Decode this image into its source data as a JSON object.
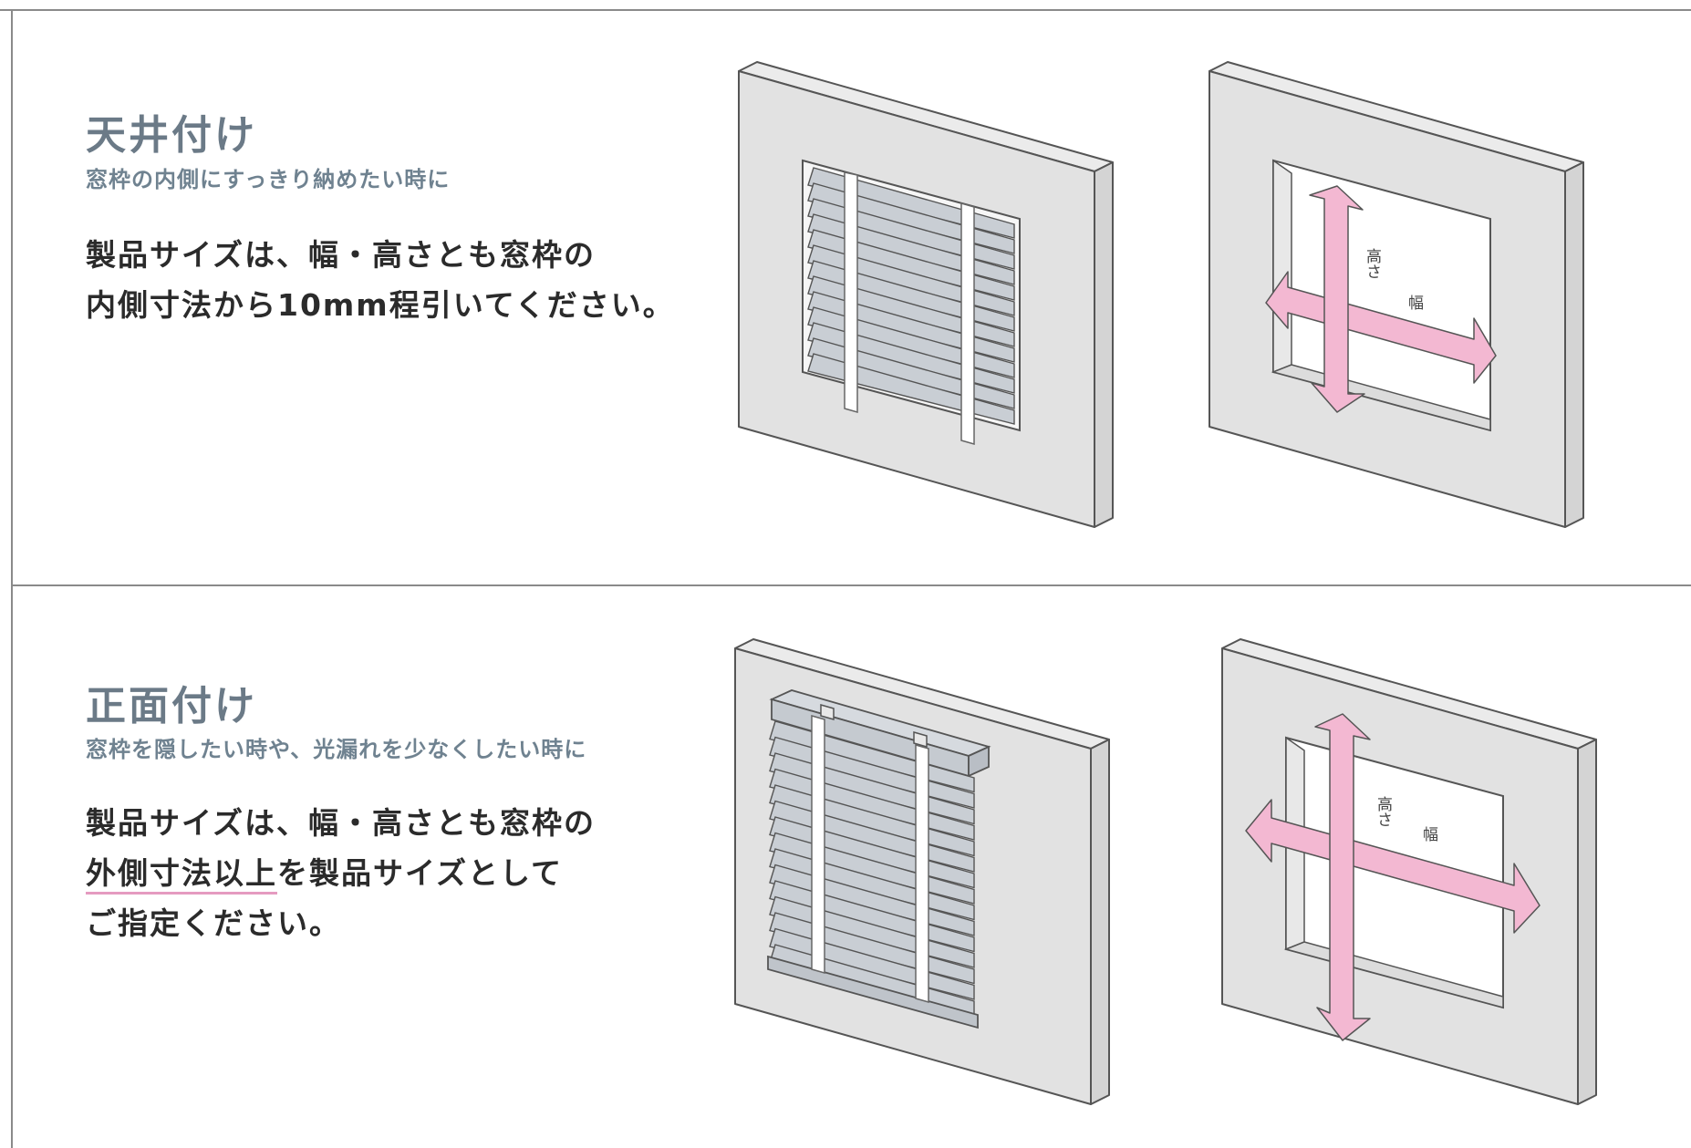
{
  "colors": {
    "title": "#6b7a87",
    "subtitle": "#6f8290",
    "body": "#2b2b2b",
    "underline": "#e59bc0",
    "wall": "#e2e2e2",
    "wall_side": "#d4d4d4",
    "blind": "#c9ced4",
    "arrow": "#f3b8d2"
  },
  "sections": [
    {
      "title": "天井付け",
      "subtitle": "窓枠の内側にすっきり納めたい時に",
      "body": [
        "製品サイズは、幅・高さとも窓枠の",
        "内側寸法から10mm程引いてください。"
      ],
      "diagram_labels": {
        "height": "高さ",
        "width": "幅"
      }
    },
    {
      "title": "正面付け",
      "subtitle": "窓枠を隠したい時や、光漏れを少なくしたい時に",
      "body_line1": "製品サイズは、幅・高さとも窓枠の",
      "body_line2_underlined": "外側寸法以上",
      "body_line2_rest": "を製品サイズとして",
      "body_line3": "ご指定ください。",
      "diagram_labels": {
        "height": "高さ",
        "width": "幅"
      }
    }
  ]
}
